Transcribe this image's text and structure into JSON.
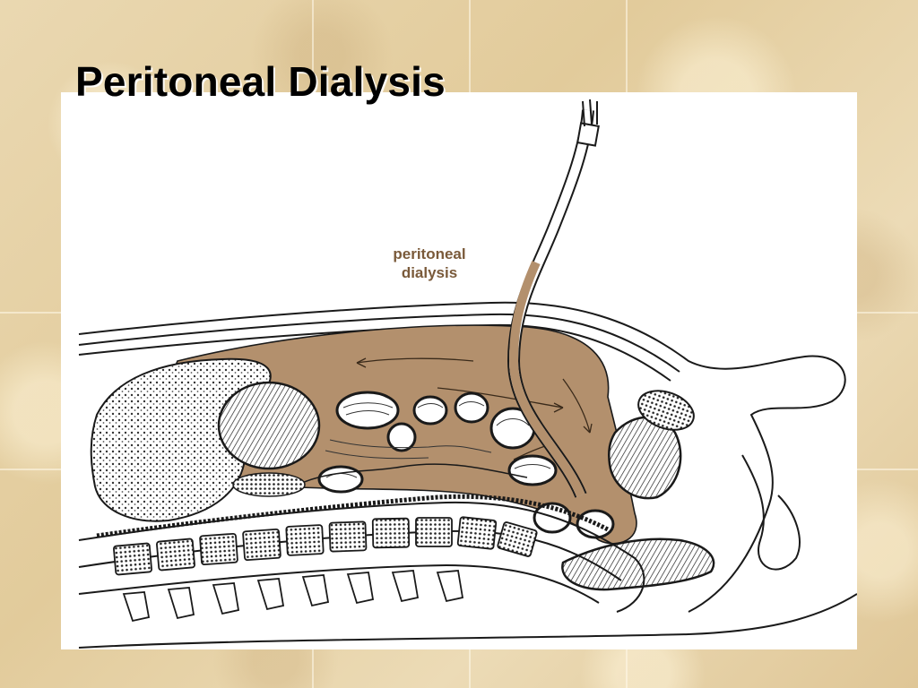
{
  "slide": {
    "title": "Peritoneal Dialysis"
  },
  "figure": {
    "label_line1": "peritoneal",
    "label_line2": "dialysis"
  },
  "colors": {
    "background": "#e7d3a9",
    "fluid": "#b3906d",
    "label": "#7a5a3a",
    "ink": "#1a1a1a"
  }
}
